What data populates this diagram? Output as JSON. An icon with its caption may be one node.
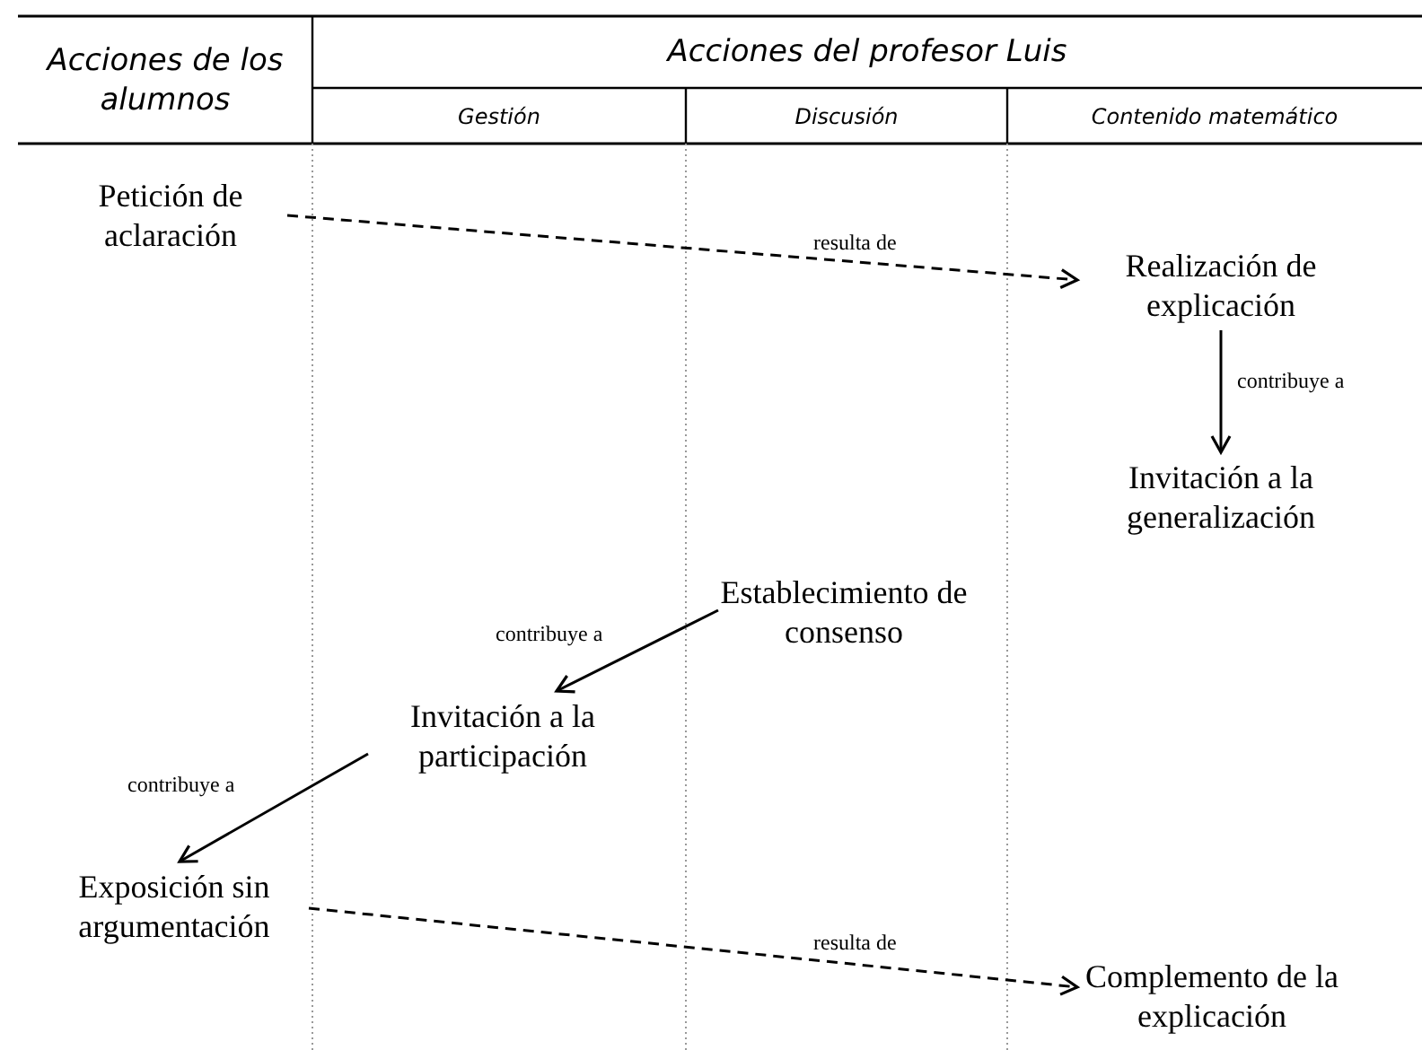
{
  "diagram": {
    "nodes": [
      {
        "text": [
          "Petición de aclaración"
        ]
      },
      {
        "text": [
          "Realización de explicación"
        ]
      },
      {
        "text": [
          "Invitación a la generalización"
        ]
      },
      {
        "text": [
          "Establecimiento de consenso"
        ]
      },
      {
        "text": [
          "Invitación a la participación"
        ]
      },
      {
        "text": [
          "Exposición sin argumentación"
        ]
      },
      {
        "text": [
          "Complemento de la explicación"
        ]
      }
    ],
    "edges": [
      {
        "from": 0,
        "to": 1,
        "arrow": "to",
        "label": "resulta de",
        "style": "dashed"
      },
      {
        "from": 1,
        "to": 2,
        "arrow": "to",
        "label": "contribuye a"
      },
      {
        "from": 3,
        "to": 4,
        "arrow": "to",
        "label": "contribuye a"
      },
      {
        "from": 4,
        "to": 5,
        "arrow": "to",
        "label": "contribuye a"
      },
      {
        "from": 5,
        "to": 6,
        "arrow": "to",
        "label": "resulta de",
        "style": "dashed"
      }
    ],
    "labels": [
      "Acciones de los alumnos",
      "Acciones del profesor Luis",
      "Gestión",
      "Discusión",
      "Contenido matemático"
    ]
  }
}
